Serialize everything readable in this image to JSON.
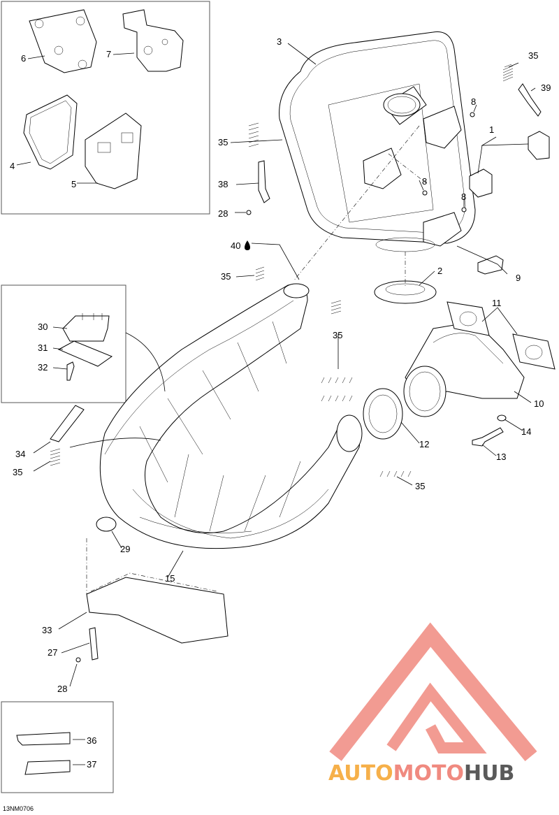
{
  "document_id": "13NM0706",
  "watermark": {
    "letters": [
      "A",
      "U",
      "T",
      "O",
      "M",
      "O",
      "T",
      "O",
      "H",
      "U",
      "B"
    ],
    "color_red": "#f08a80",
    "color_orange": "#f6b04a",
    "color_dark": "#5a5a5a",
    "icon": "triangle-logo-icon"
  },
  "callouts": [
    {
      "id": "c1",
      "text": "1"
    },
    {
      "id": "c2",
      "text": "2"
    },
    {
      "id": "c3",
      "text": "3"
    },
    {
      "id": "c4",
      "text": "4"
    },
    {
      "id": "c5",
      "text": "5"
    },
    {
      "id": "c6",
      "text": "6"
    },
    {
      "id": "c7",
      "text": "7"
    },
    {
      "id": "c8a",
      "text": "8"
    },
    {
      "id": "c8b",
      "text": "8"
    },
    {
      "id": "c8c",
      "text": "8"
    },
    {
      "id": "c9",
      "text": "9"
    },
    {
      "id": "c10",
      "text": "10"
    },
    {
      "id": "c11",
      "text": "11"
    },
    {
      "id": "c12",
      "text": "12"
    },
    {
      "id": "c13",
      "text": "13"
    },
    {
      "id": "c14",
      "text": "14"
    },
    {
      "id": "c15",
      "text": "15"
    },
    {
      "id": "c27",
      "text": "27"
    },
    {
      "id": "c28a",
      "text": "28"
    },
    {
      "id": "c28b",
      "text": "28"
    },
    {
      "id": "c29",
      "text": "29"
    },
    {
      "id": "c30",
      "text": "30"
    },
    {
      "id": "c31",
      "text": "31"
    },
    {
      "id": "c32",
      "text": "32"
    },
    {
      "id": "c33",
      "text": "33"
    },
    {
      "id": "c34",
      "text": "34"
    },
    {
      "id": "c35a",
      "text": "35"
    },
    {
      "id": "c35b",
      "text": "35"
    },
    {
      "id": "c35c",
      "text": "35"
    },
    {
      "id": "c35d",
      "text": "35"
    },
    {
      "id": "c35e",
      "text": "35"
    },
    {
      "id": "c35f",
      "text": "35"
    },
    {
      "id": "c36",
      "text": "36"
    },
    {
      "id": "c37",
      "text": "37"
    },
    {
      "id": "c38",
      "text": "38"
    },
    {
      "id": "c39",
      "text": "39"
    },
    {
      "id": "c40",
      "text": "40"
    }
  ],
  "legend_icons": {
    "c40": "oil-drop-icon"
  }
}
